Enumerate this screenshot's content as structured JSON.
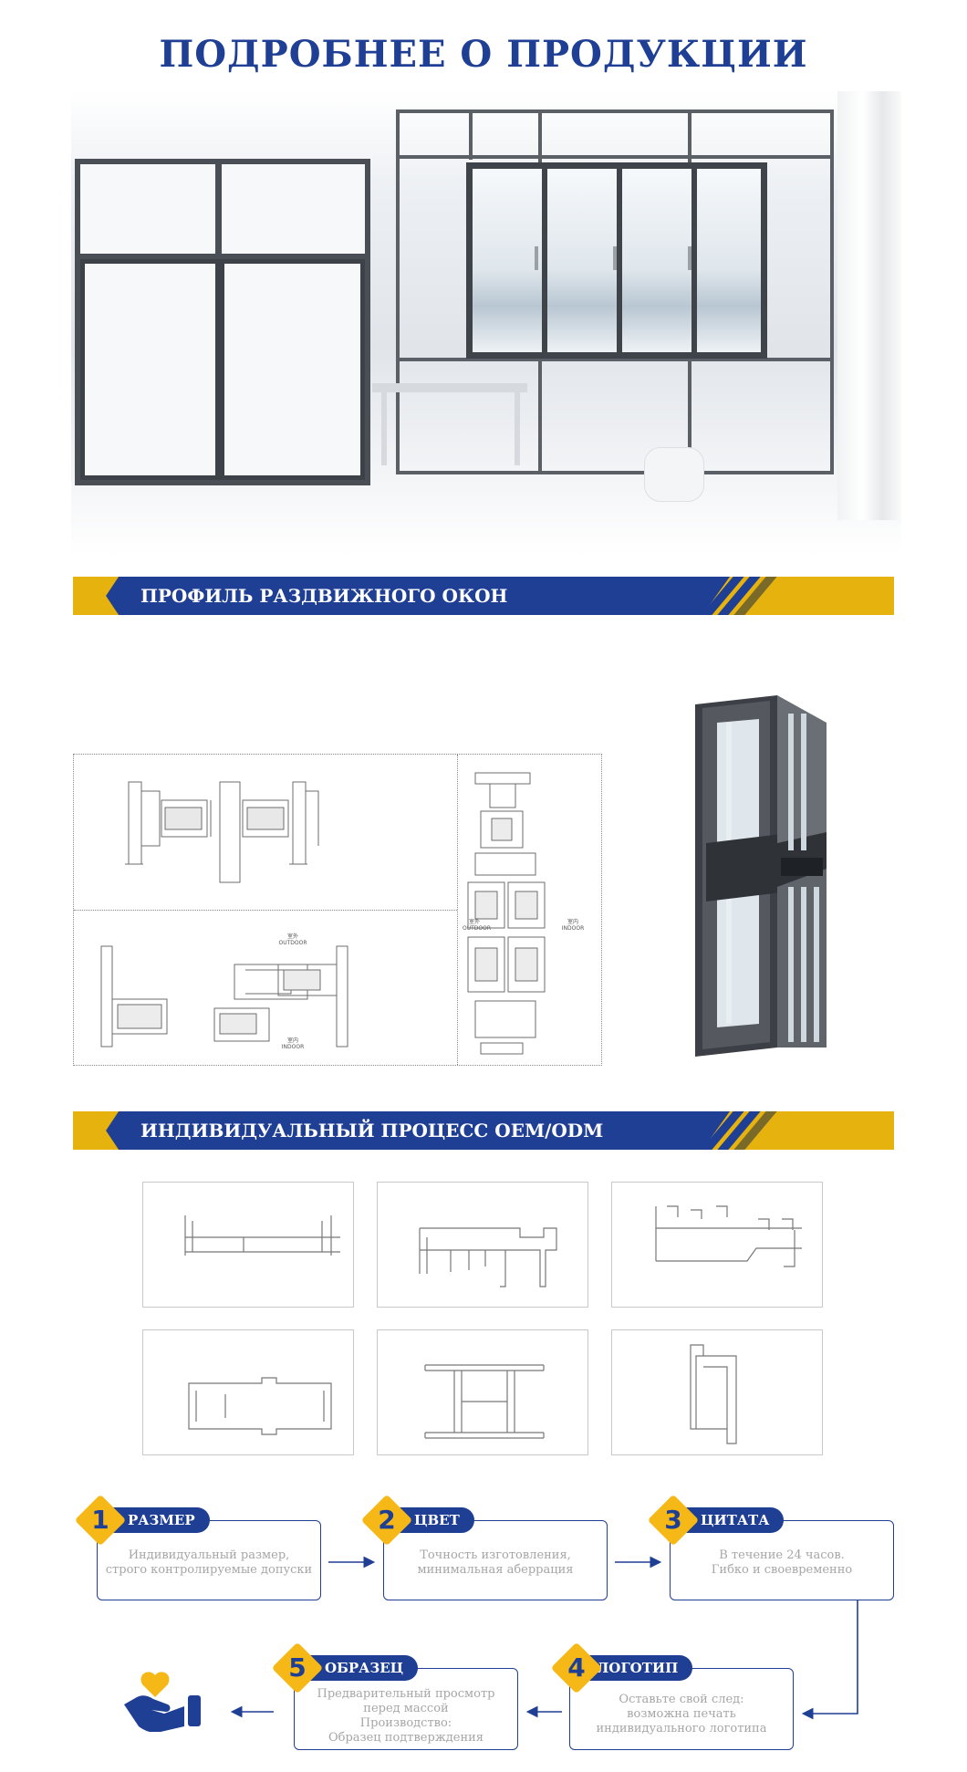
{
  "page": {
    "title": "ПОДРОБНЕЕ О ПРОДУКЦИИ"
  },
  "sections": {
    "profile_banner": "ПРОФИЛЬ РАЗДВИЖНОГО ОКОН",
    "oem_banner": "ИНДИВИДУАЛЬНЫЙ ПРОЦЕСС OEM/ODM"
  },
  "drawing_labels": {
    "outdoor_cn": "室外",
    "outdoor": "OUTDOOR",
    "indoor_cn": "室内",
    "indoor": "INDOOR"
  },
  "colors": {
    "brand_blue": "#1f3f95",
    "brand_yellow": "#e6b20e",
    "number_yellow": "#f5b817"
  },
  "process": {
    "steps": [
      {
        "number": "1",
        "title": "РАЗМЕР",
        "line1": "Индивидуальный размер,",
        "line2": "строго контролируемые допуски",
        "line3": "",
        "line4": ""
      },
      {
        "number": "2",
        "title": "ЦВЕТ",
        "line1": "Точность изготовления,",
        "line2": "минимальная аберрация",
        "line3": "",
        "line4": ""
      },
      {
        "number": "3",
        "title": "ЦИТАТА",
        "line1": "В течение 24 часов.",
        "line2": "Гибко и своевременно",
        "line3": "",
        "line4": ""
      },
      {
        "number": "4",
        "title": "ЛОГОТИП",
        "line1": "Оставьте свой след:",
        "line2": "возможна печать",
        "line3": "индивидуального логотипа",
        "line4": ""
      },
      {
        "number": "5",
        "title": "ОБРАЗЕЦ",
        "line1": "Предварительный просмотр",
        "line2": "перед массой",
        "line3": "Производство:",
        "line4": "Образец подтверждения"
      }
    ],
    "final_icon": "hand-heart-icon"
  }
}
